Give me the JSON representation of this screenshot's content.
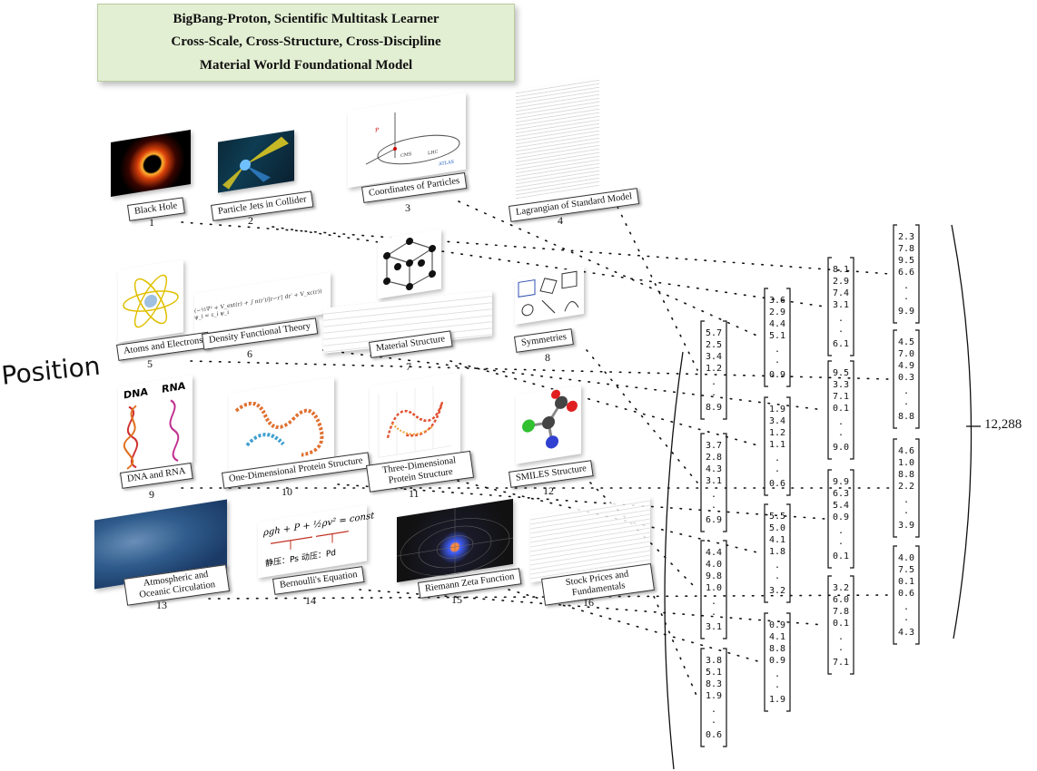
{
  "title": {
    "line1": "BigBang-Proton, Scientific Multitask Learner",
    "line2": "Cross-Scale, Cross-Structure, Cross-Discipline",
    "line3": "Material World Foundational Model"
  },
  "position_label": "Position",
  "dimension_label": "12,288",
  "tasks": [
    {
      "label": "Black Hole",
      "num": "1"
    },
    {
      "label": "Particle Jets in Collider",
      "num": "2"
    },
    {
      "label": "Coordinates of Particles",
      "num": "3"
    },
    {
      "label": "Lagrangian of Standard Model",
      "num": "4"
    },
    {
      "label": "Atoms and Electrons",
      "num": "5"
    },
    {
      "label": "Density Functional Theory",
      "num": "6"
    },
    {
      "label": "Material Structure",
      "num": "7"
    },
    {
      "label": "Symmetries",
      "num": "8"
    },
    {
      "label": "DNA and RNA",
      "num": "9"
    },
    {
      "label": "One-Dimensional Protein Structure",
      "num": "10"
    },
    {
      "label": "Three-Dimensional Protein Structure",
      "num": "11"
    },
    {
      "label": "SMILES Structure",
      "num": "12"
    },
    {
      "label": "Atmospheric and Oceanic Circulation",
      "num": "13"
    },
    {
      "label": "Bernoulli's Equation",
      "num": "14"
    },
    {
      "label": "Riemann Zeta Function",
      "num": "15"
    },
    {
      "label": "Stock Prices and Fundamentals",
      "num": "16"
    }
  ],
  "panel_text": {
    "dna": "DNA",
    "rna": "RNA",
    "bernoulli_eq": "ρgh + P + ½ρv² = const",
    "bernoulli_sub": "静压：Ps  动压：Pd",
    "dft_eq": "(−½∇² + V_ext(r) + ∫ n(r′)/|r−r′| dr′ + V_xc(r)) ψ_i = ε_i ψ_i"
  },
  "vectors": [
    [
      "5.7",
      "2.5",
      "3.4",
      "1.2",
      ".",
      ".",
      "8.9"
    ],
    [
      "3.7",
      "2.8",
      "4.3",
      "3.1",
      ".",
      ".",
      "6.9"
    ],
    [
      "4.4",
      "4.0",
      "9.8",
      "1.0",
      ".",
      ".",
      "3.1"
    ],
    [
      "3.8",
      "5.1",
      "8.3",
      "1.9",
      ".",
      ".",
      "0.6"
    ],
    [
      "3.6",
      "2.9",
      "4.4",
      "5.1",
      ".",
      ".",
      "0.9"
    ],
    [
      "1.9",
      "3.4",
      "1.2",
      "1.1",
      ".",
      ".",
      "0.6"
    ],
    [
      "5.5",
      "5.0",
      "4.1",
      "1.8",
      ".",
      ".",
      "3.2"
    ],
    [
      "0.9",
      "4.1",
      "8.8",
      "0.9",
      ".",
      ".",
      "1.9"
    ],
    [
      "8.1",
      "2.9",
      "7.4",
      "3.1",
      ".",
      ".",
      "6.1"
    ],
    [
      "9.5",
      "3.3",
      "7.1",
      "0.1",
      ".",
      ".",
      "9.0"
    ],
    [
      "9.9",
      "6.3",
      "5.4",
      "0.9",
      ".",
      ".",
      "0.1"
    ],
    [
      "3.2",
      "6.0",
      "7.8",
      "0.1",
      ".",
      ".",
      "7.1"
    ],
    [
      "2.3",
      "7.8",
      "9.5",
      "6.6",
      ".",
      ".",
      "9.9"
    ],
    [
      "4.5",
      "7.0",
      "4.9",
      "0.3",
      ".",
      ".",
      "8.8"
    ],
    [
      "4.6",
      "1.0",
      "8.8",
      "2.2",
      ".",
      ".",
      "3.9"
    ],
    [
      "4.0",
      "7.5",
      "0.1",
      "0.6",
      ".",
      ".",
      "4.3"
    ]
  ],
  "colors": {
    "title_bg": "#e3efd3",
    "ink": "#111111"
  }
}
